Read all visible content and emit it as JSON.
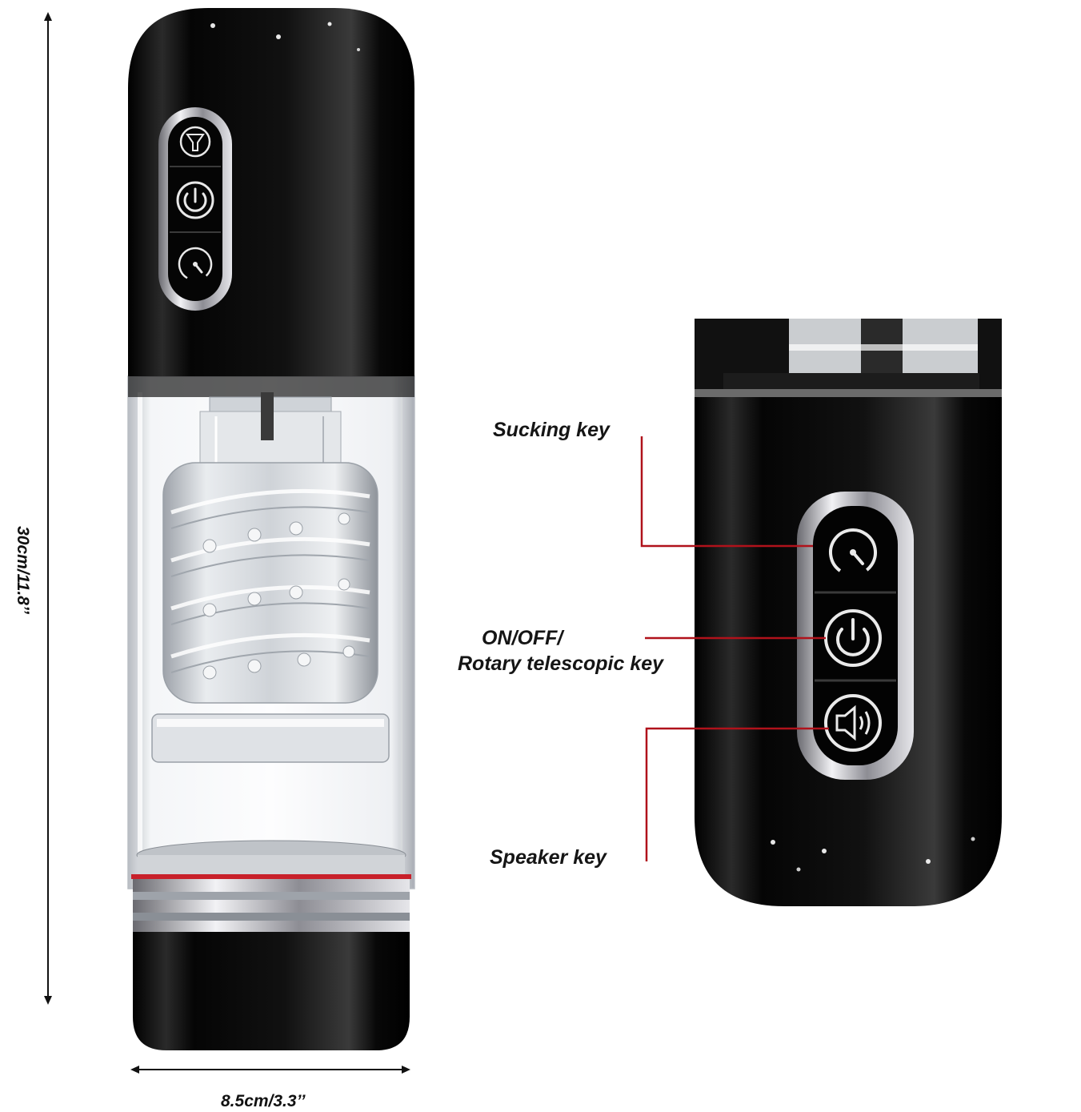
{
  "dimensions": {
    "height_label": "30cm/11.8’’",
    "width_label": "8.5cm/3.3’’"
  },
  "callouts": {
    "sucking_key": "Sucking key",
    "power_key_line1": "ON/OFF/",
    "power_key_line2": "Rotary telescopic key",
    "speaker_key": "Speaker key"
  },
  "colors": {
    "body_black": "#0a0a0a",
    "chrome": "#c9c9cf",
    "clear_tube": "#eef0f2",
    "callout_line": "#b0121b",
    "band_red": "#c8202a",
    "text": "#151515"
  },
  "icons": {
    "top": "speaker-icon",
    "middle": "power-icon",
    "bottom": "speedometer-icon"
  }
}
